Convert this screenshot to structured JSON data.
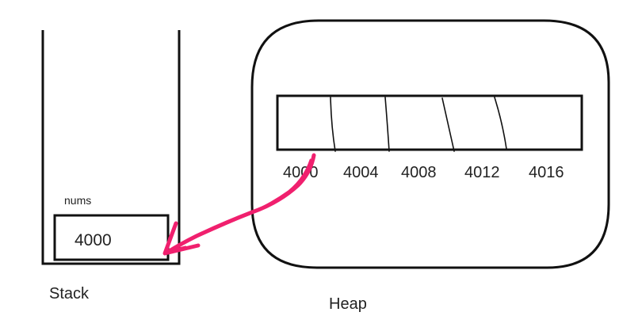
{
  "stack": {
    "title": "Stack",
    "variable": {
      "name": "nums",
      "value": "4000"
    }
  },
  "heap": {
    "title": "Heap",
    "addresses": [
      "4000",
      "4004",
      "4008",
      "4012",
      "4016"
    ]
  },
  "colors": {
    "outline": "#111111",
    "pointer_arrow": "#f0206e",
    "text": "#222222"
  }
}
